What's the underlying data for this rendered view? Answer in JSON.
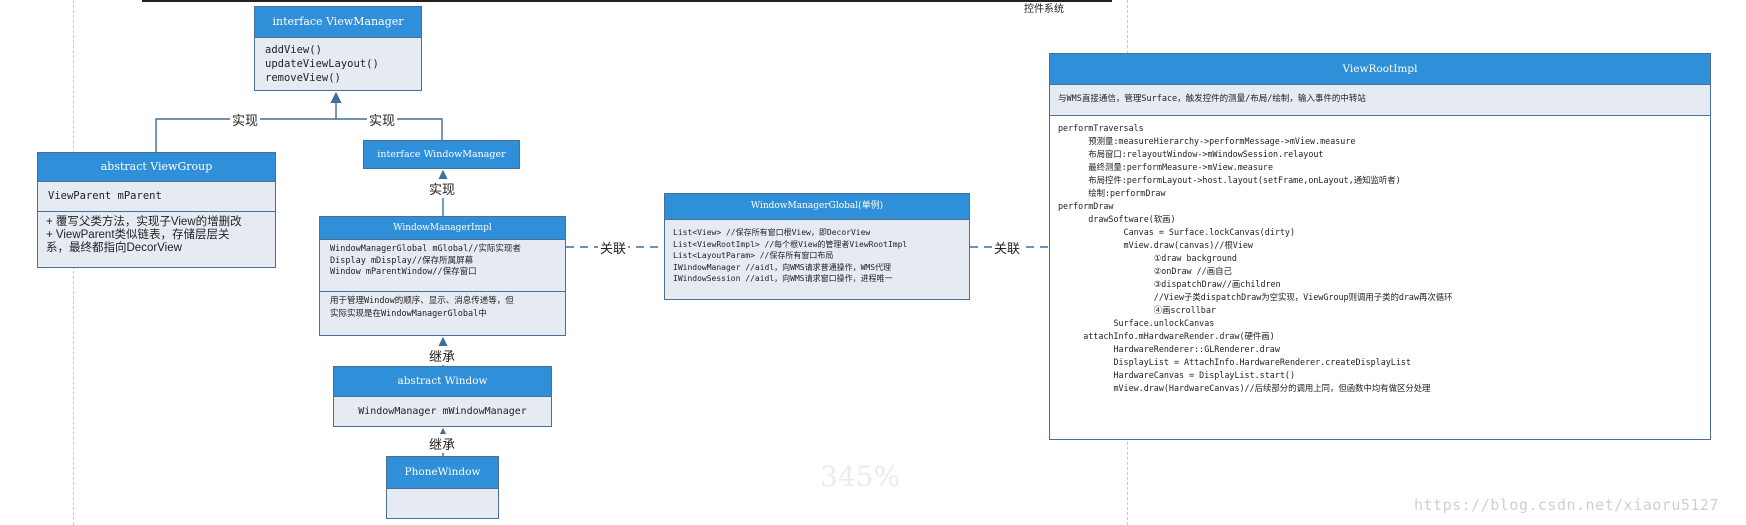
{
  "page_title": "控件系统",
  "watermark_number": "345%",
  "watermark_url": "https://blog.csdn.net/xiaoru5127",
  "colors": {
    "header": "#2f8fd8",
    "box_fill": "#e6ebf3",
    "border": "#4a6f98",
    "connector": "#3b6fa3"
  },
  "labels": {
    "impl_1": "实现",
    "impl_2": "实现",
    "impl_3": "实现",
    "inherit_1": "继承",
    "inherit_2": "继承",
    "assoc_1": "关联",
    "assoc_2": "关联"
  },
  "view_manager": {
    "title": "interface ViewManager",
    "methods": [
      "addView()",
      "updateViewLayout()",
      "removeView()"
    ]
  },
  "view_group": {
    "title": "abstract ViewGroup",
    "field": "ViewParent mParent",
    "notes": [
      "+ 覆写父类方法，实现子View的增删改",
      "+ ViewParent类似链表，存储层层关",
      "系，最终都指向DecorView"
    ]
  },
  "window_manager": {
    "title": "interface WindowManager"
  },
  "window_manager_impl": {
    "title": "WindowManagerImpl",
    "fields": [
      "WindowManagerGlobal mGlobal//实际实现者",
      "Display mDisplay//保存所属屏幕",
      "Window mParentWindow//保存窗口"
    ],
    "notes": [
      "用于管理Window的顺序、显示、消息传递等，但",
      "实际实现是在WindowManagerGlobal中"
    ]
  },
  "abstract_window": {
    "title": "abstract Window",
    "field": "WindowManager mWindowManager"
  },
  "phone_window": {
    "title": "PhoneWindow"
  },
  "wm_global": {
    "title": "WindowManagerGlobal(单例)",
    "fields": [
      "List<View> //保存所有窗口根View，即DecorView",
      "List<ViewRootImpl> //每个根View的管理者ViewRootImpl",
      "List<LayoutParam> //保存所有窗口布局",
      "IWindowManager //aidl，向WMS请求普通操作，WMS代理",
      "IWindowSession //aidl，向WMS请求窗口操作，进程唯一"
    ]
  },
  "view_root_impl": {
    "title": "ViewRootImpl",
    "desc": "与WMS直接通信，管理Surface，触发控件的测量/布局/绘制，输入事件的中转站",
    "body": [
      "performTraversals",
      "      预测量:measureHierarchy->performMessage->mView.measure",
      "      布局窗口:relayoutWindow->mWindowSession.relayout",
      "      最终测量:performMeasure->mView.measure",
      "      布局控件:performLayout->host.layout(setFrame,onLayout,通知监听者)",
      "      绘制:performDraw",
      "performDraw",
      "      drawSoftware(软画)",
      "             Canvas = Surface.lockCanvas(dirty)",
      "             mView.draw(canvas)//根View",
      "                   ①draw background",
      "                   ②onDraw //画自己",
      "                   ③dispatchDraw//画children",
      "                   //View子类dispatchDraw为空实现，ViewGroup则调用子类的draw再次循环",
      "                   ④画scrollbar",
      "           Surface.unlockCanvas",
      "     attachInfo.mHardwareRender.draw(硬件画)",
      "           HardwareRenderer::GLRenderer.draw",
      "           DisplayList = AttachInfo.HardwareRenderer.createDisplayList",
      "           HardwareCanvas = DisplayList.start()",
      "           mView.draw(HardwareCanvas)//后续部分的调用上同，但函数中均有做区分处理"
    ]
  }
}
